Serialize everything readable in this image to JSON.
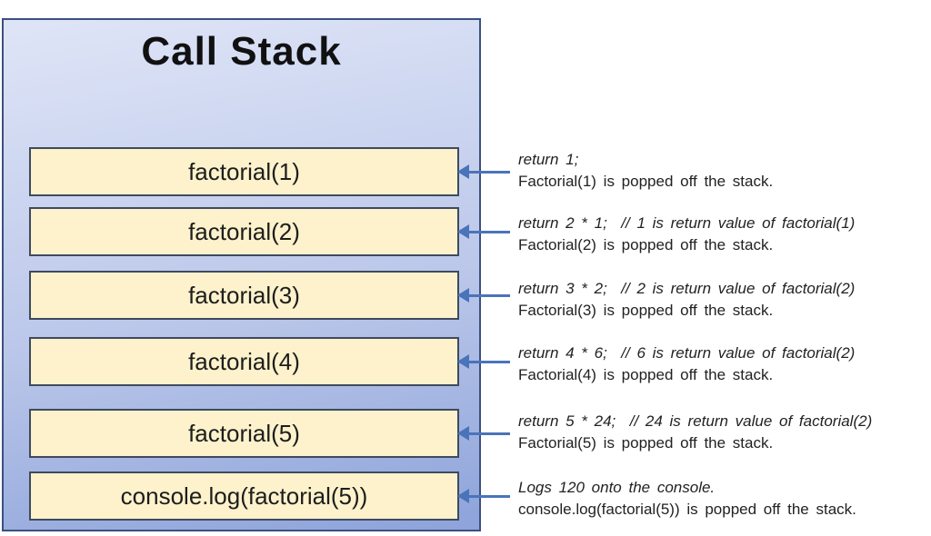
{
  "title": "Call Stack",
  "colors": {
    "panel_gradient_top": "#dfe5f7",
    "panel_gradient_bottom": "#8da3da",
    "panel_border": "#3a5080",
    "frame_fill": "#fdf2cb",
    "frame_border": "#3f4a5f",
    "arrow": "#4a74ba",
    "text": "#222222"
  },
  "rows": [
    {
      "frame": "factorial(1)",
      "code": "return 1;",
      "note": "Factorial(1) is popped off the stack."
    },
    {
      "frame": "factorial(2)",
      "code": "return 2 * 1;  // 1 is return value of factorial(1)",
      "note": "Factorial(2) is popped off the stack."
    },
    {
      "frame": "factorial(3)",
      "code": "return 3 * 2;  // 2 is return value of factorial(2)",
      "note": "Factorial(3) is popped off the stack."
    },
    {
      "frame": "factorial(4)",
      "code": "return 4 * 6;  // 6 is return value of factorial(2)",
      "note": "Factorial(4) is popped off the stack."
    },
    {
      "frame": "factorial(5)",
      "code": "return 5 * 24;  // 24 is return value of factorial(2)",
      "note": "Factorial(5) is popped off the stack."
    },
    {
      "frame": "console.log(factorial(5))",
      "code": "Logs 120 onto the console.",
      "note": "console.log(factorial(5)) is popped off the stack."
    }
  ]
}
